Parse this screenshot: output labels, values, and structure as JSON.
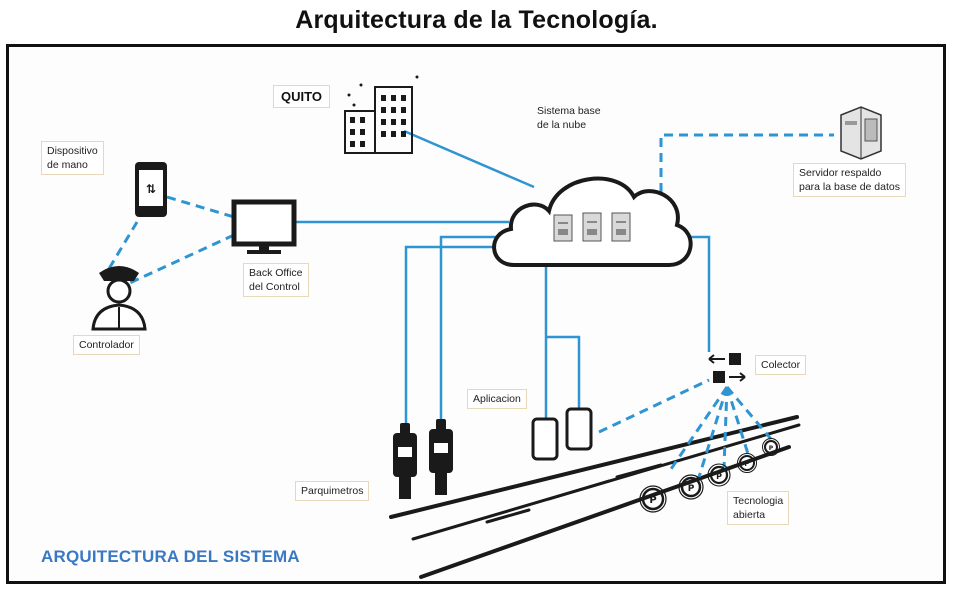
{
  "title": "Arquitectura de la Tecnología.",
  "labels": {
    "quito": "QUITO",
    "cloud_line1": "Sistema base",
    "cloud_line2": "de la nube",
    "handheld_line1": "Dispositivo",
    "handheld_line2": "de mano",
    "backoffice_line1": "Back Office",
    "backoffice_line2": "del Control",
    "controller": "Controlador",
    "backup_line1": "Servidor respaldo",
    "backup_line2": "para la base de datos",
    "collector": "Colector",
    "app": "Aplicacion",
    "meters": "Parquimetros",
    "open_tech_line1": "Tecnologia",
    "open_tech_line2": "abierta"
  },
  "footer": "ARQUITECTURA DEL SISTEMA",
  "colors": {
    "link": "#2f95d2",
    "footer": "#3b78c4",
    "icon": "#1a1a1a"
  },
  "icons": [
    "building-icon",
    "cloud-icon",
    "server-icon",
    "phone-icon",
    "monitor-icon",
    "officer-icon",
    "parking-meter-icon",
    "smartphone-icon",
    "collector-icon",
    "parking-sensor-icon"
  ]
}
